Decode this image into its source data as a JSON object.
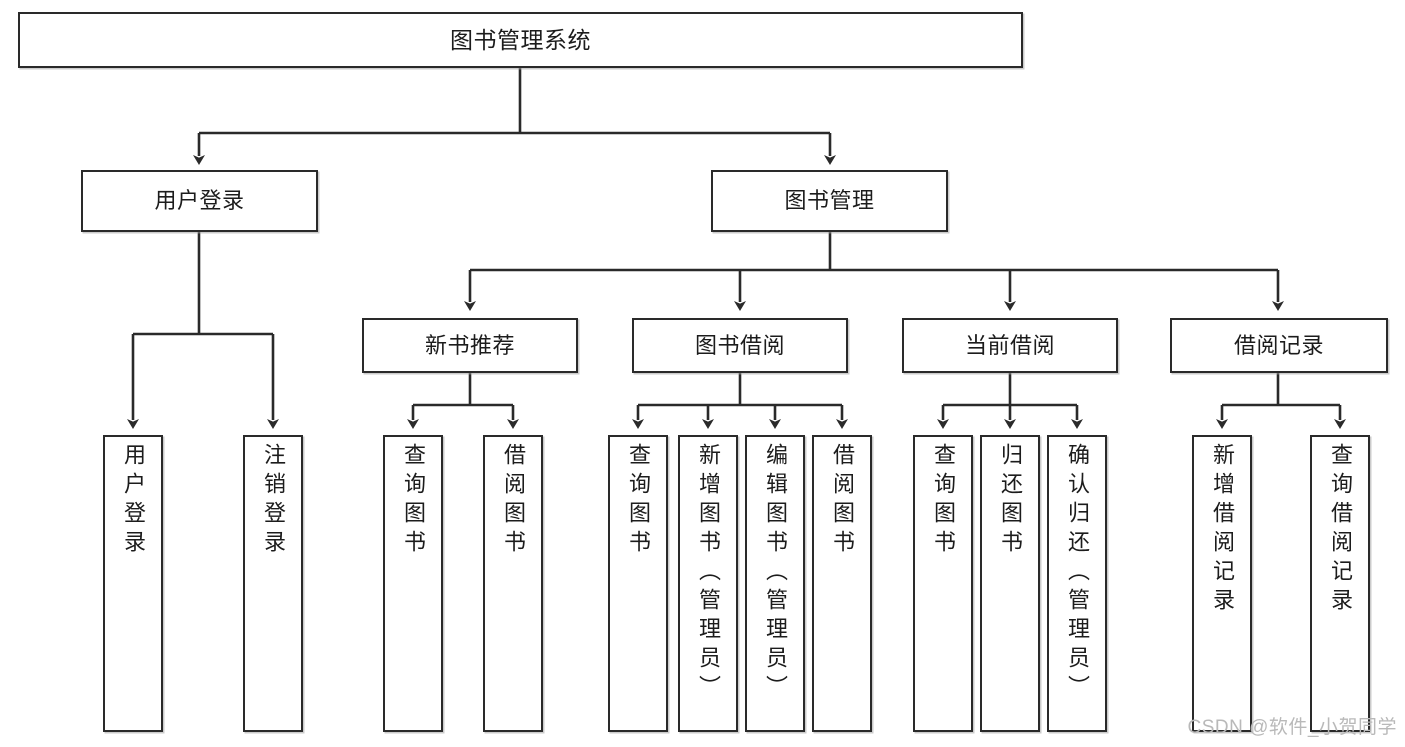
{
  "diagram": {
    "type": "tree",
    "title": "图书管理系统",
    "watermark": "CSDN @软件_小贺同学",
    "colors": {
      "box_border": "#2a2a2a",
      "box_fill": "#ffffff",
      "edge": "#2a2a2a",
      "text": "#1c1c1c",
      "watermark": "#b9b9b9"
    },
    "levels": {
      "root": "图书管理系统",
      "level2": [
        "用户登录",
        "图书管理"
      ],
      "level3": [
        "新书推荐",
        "图书借阅",
        "当前借阅",
        "借阅记录"
      ]
    },
    "nodes": {
      "root": {
        "label": "图书管理系统"
      },
      "user_login": {
        "label": "用户登录"
      },
      "book_manage": {
        "label": "图书管理"
      },
      "new_book_rec": {
        "label": "新书推荐"
      },
      "book_borrow": {
        "label": "图书借阅"
      },
      "current_borrow": {
        "label": "当前借阅"
      },
      "borrow_record": {
        "label": "借阅记录"
      },
      "leaf_user_login": {
        "label": "用户登录"
      },
      "leaf_user_logout": {
        "label": "注销登录"
      },
      "leaf_query_book_1": {
        "label": "查询图书"
      },
      "leaf_borrow_book_1": {
        "label": "借阅图书"
      },
      "leaf_query_book_2": {
        "label": "查询图书"
      },
      "leaf_add_book": {
        "label": "新增图书（管理员）"
      },
      "leaf_edit_book": {
        "label": "编辑图书（管理员）"
      },
      "leaf_borrow_book_2": {
        "label": "借阅图书"
      },
      "leaf_query_book_3": {
        "label": "查询图书"
      },
      "leaf_return_book": {
        "label": "归还图书"
      },
      "leaf_confirm_return": {
        "label": "确认归还（管理员）"
      },
      "leaf_add_record": {
        "label": "新增借阅记录"
      },
      "leaf_query_record": {
        "label": "查询借阅记录"
      }
    },
    "edges": [
      {
        "from": "root",
        "to": "user_login"
      },
      {
        "from": "root",
        "to": "book_manage"
      },
      {
        "from": "user_login",
        "to": "leaf_user_login"
      },
      {
        "from": "user_login",
        "to": "leaf_user_logout"
      },
      {
        "from": "book_manage",
        "to": "new_book_rec"
      },
      {
        "from": "book_manage",
        "to": "book_borrow"
      },
      {
        "from": "book_manage",
        "to": "current_borrow"
      },
      {
        "from": "book_manage",
        "to": "borrow_record"
      },
      {
        "from": "new_book_rec",
        "to": "leaf_query_book_1"
      },
      {
        "from": "new_book_rec",
        "to": "leaf_borrow_book_1"
      },
      {
        "from": "book_borrow",
        "to": "leaf_query_book_2"
      },
      {
        "from": "book_borrow",
        "to": "leaf_add_book"
      },
      {
        "from": "book_borrow",
        "to": "leaf_edit_book"
      },
      {
        "from": "book_borrow",
        "to": "leaf_borrow_book_2"
      },
      {
        "from": "current_borrow",
        "to": "leaf_query_book_3"
      },
      {
        "from": "current_borrow",
        "to": "leaf_return_book"
      },
      {
        "from": "current_borrow",
        "to": "leaf_confirm_return"
      },
      {
        "from": "borrow_record",
        "to": "leaf_add_record"
      },
      {
        "from": "borrow_record",
        "to": "leaf_query_record"
      }
    ]
  }
}
